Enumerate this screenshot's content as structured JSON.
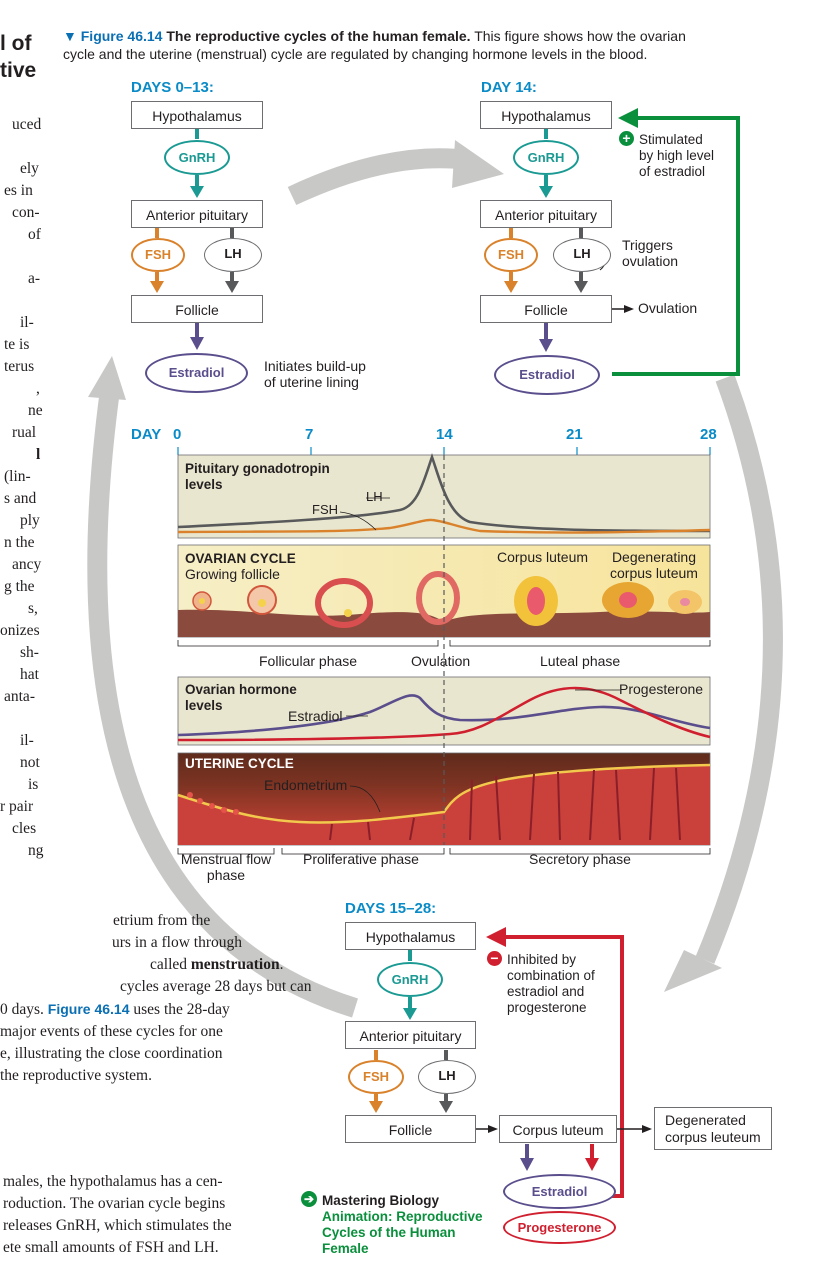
{
  "heading_fragment": [
    "l of",
    "tive"
  ],
  "body_left_lines": [
    "uced",
    "",
    "ely",
    "es in",
    "con-",
    "of",
    "",
    "a-",
    "",
    "il-",
    "te is",
    "terus",
    ",",
    "ne",
    "rual",
    "l",
    "(lin-",
    "s and",
    "ply",
    "n the",
    "ancy",
    "g the",
    "s,",
    "onizes",
    "sh-",
    "hat",
    "anta-",
    "",
    "il-",
    "not",
    "is",
    "r pair",
    "cles",
    "ng"
  ],
  "body_left_bold_line_index": 15,
  "body_bottom_lines": [
    {
      "text": "etrium from the"
    },
    {
      "text": "urs in a flow through"
    },
    {
      "text": "called ",
      "bold": "menstruation",
      "after": "."
    },
    {
      "text": "cycles average 28 days but can"
    },
    {
      "text": "0 days. ",
      "link": "Figure 46.14",
      "after": " uses the 28-day"
    },
    {
      "text": "major events of these cycles for one"
    },
    {
      "text": "e, illustrating the close coordination"
    },
    {
      "text": " the reproductive system."
    }
  ],
  "body_footer_lines": [
    "males, the hypothalamus has a cen-",
    "roduction. The ovarian cycle begins",
    "releases GnRH, which stimulates the",
    "ete small amounts of FSH and LH."
  ],
  "figure": {
    "marker": "▼",
    "label": "Figure 46.14",
    "title": "The reproductive cycles of the human female.",
    "caption_line1": "This figure shows how the ovarian",
    "caption_line2": "cycle and the uterine (menstrual) cycle are regulated by changing hormone levels in the blood."
  },
  "flow_days_0_13": {
    "day_label": "DAYS 0–13:",
    "hypothalamus": "Hypothalamus",
    "gnrh": "GnRH",
    "anterior_pituitary": "Anterior pituitary",
    "fsh": "FSH",
    "lh": "LH",
    "follicle": "Follicle",
    "estradiol": "Estradiol",
    "note_line1": "Initiates build-up",
    "note_line2": "of uterine lining"
  },
  "flow_day_14": {
    "day_label": "DAY 14:",
    "hypothalamus": "Hypothalamus",
    "gnrh": "GnRH",
    "anterior_pituitary": "Anterior pituitary",
    "fsh": "FSH",
    "lh": "LH",
    "follicle": "Follicle",
    "estradiol": "Estradiol",
    "ovulation": "Ovulation",
    "triggers_line1": "Triggers",
    "triggers_line2": "ovulation",
    "stim_sign": "+",
    "stim_line1": "Stimulated",
    "stim_line2": "by high level",
    "stim_line3": "of estradiol"
  },
  "flow_days_15_28": {
    "day_label": "DAYS 15–28:",
    "hypothalamus": "Hypothalamus",
    "gnrh": "GnRH",
    "anterior_pituitary": "Anterior pituitary",
    "fsh": "FSH",
    "lh": "LH",
    "follicle": "Follicle",
    "corpus_luteum": "Corpus luteum",
    "degenerated_line1": "Degenerated",
    "degenerated_line2": "corpus leuteum",
    "estradiol": "Estradiol",
    "progesterone": "Progesterone",
    "inhib_sign": "−",
    "inhib_line1": "Inhibited by",
    "inhib_line2": "combination of",
    "inhib_line3": "estradiol and",
    "inhib_line4": "progesterone"
  },
  "timeline": {
    "day_word": "DAY",
    "ticks": [
      "0",
      "7",
      "14",
      "21",
      "28"
    ]
  },
  "panels": {
    "pituitary_title_line1": "Pituitary gonadotropin",
    "pituitary_title_line2": "levels",
    "lh_label": "LH",
    "fsh_label": "FSH",
    "ovarian_title": "OVARIAN CYCLE",
    "growing_follicle": "Growing follicle",
    "corpus_luteum": "Corpus luteum",
    "degenerating_line1": "Degenerating",
    "degenerating_line2": "corpus luteum",
    "follicular_phase": "Follicular phase",
    "ovulation": "Ovulation",
    "luteal_phase": "Luteal phase",
    "hormone_title_line1": "Ovarian hormone",
    "hormone_title_line2": "levels",
    "estradiol_label": "Estradiol",
    "progesterone_label": "Progesterone",
    "uterine_title": "UTERINE CYCLE",
    "endometrium": "Endometrium",
    "menstrual_line1": "Menstrual flow",
    "menstrual_line2": "phase",
    "proliferative_phase": "Proliferative phase",
    "secretory_phase": "Secretory phase"
  },
  "mastering": {
    "line1": "Mastering Biology",
    "line2": "Animation: Reproductive",
    "line3": "Cycles of the Human",
    "line4": "Female"
  },
  "colors": {
    "teal": "#1a9a93",
    "orange": "#d9822b",
    "gray_arrow": "#58595b",
    "purple": "#5b4e8c",
    "green": "#0a8f3c",
    "red": "#d0202f",
    "day_blue": "#0a8bc7",
    "cycle_arrow": "#c8c9c7"
  }
}
